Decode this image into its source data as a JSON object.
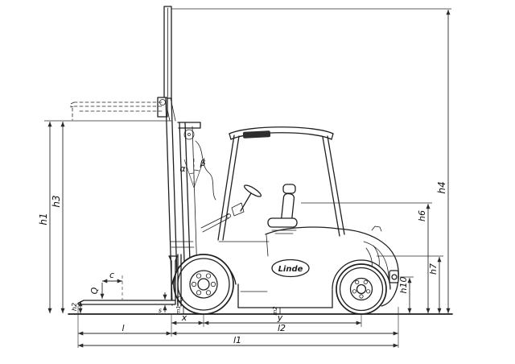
{
  "diagram": {
    "type": "technical-dimension-drawing",
    "subject": "Linde counterbalance forklift side view with dimension lines",
    "colors": {
      "background": "#ffffff",
      "line": "#1f1f1f",
      "dimension": "#2a2a2a"
    },
    "logo": {
      "text": "Linde"
    },
    "labels": {
      "h1": "h1",
      "h2": "h2",
      "h3": "h3",
      "h4": "h4",
      "h6": "h6",
      "h7": "h7",
      "h10": "h10",
      "m1": "m1",
      "m2": "m2",
      "s": "s",
      "q": "Q",
      "c": "c",
      "alpha": "α",
      "beta": "β",
      "x": "x",
      "y": "y",
      "l": "l",
      "l1": "l1",
      "l2": "l2"
    }
  }
}
